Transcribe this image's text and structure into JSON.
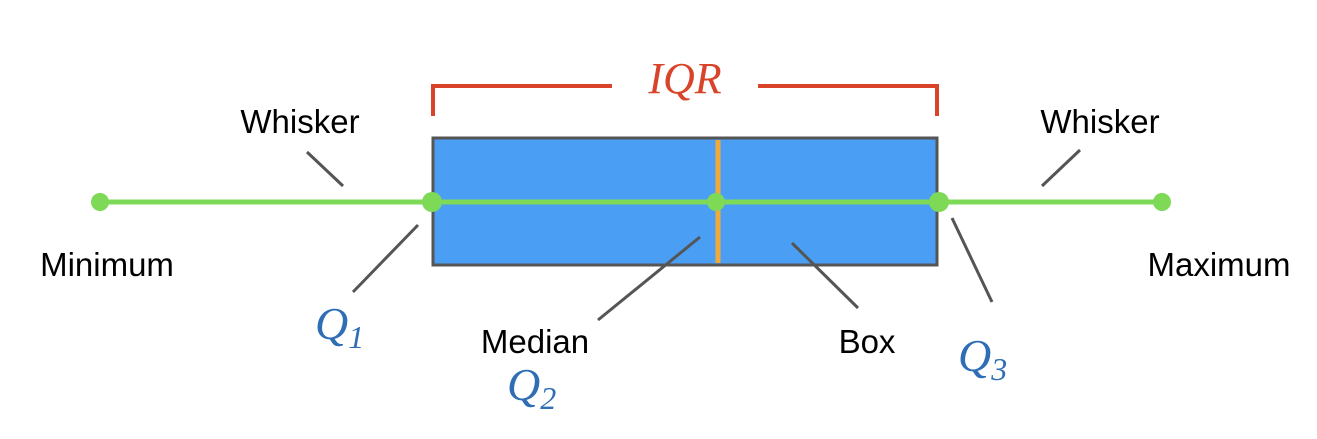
{
  "labels": {
    "whisker_left": "Whisker",
    "whisker_right": "Whisker",
    "minimum": "Minimum",
    "maximum": "Maximum",
    "median": "Median",
    "box": "Box",
    "iqr": "IQR"
  },
  "quartiles": {
    "q1": {
      "letter": "Q",
      "sub": "1"
    },
    "q2": {
      "letter": "Q",
      "sub": "2"
    },
    "q3": {
      "letter": "Q",
      "sub": "3"
    }
  },
  "colors": {
    "whisker_line": "#7ed957",
    "box_fill": "#4a9ff5",
    "box_stroke": "#555555",
    "median_line": "#f2a93b",
    "iqr_bracket": "#d9432a",
    "quartile_text": "#2f6db5",
    "leader_line": "#555555",
    "label_text": "#000000"
  }
}
